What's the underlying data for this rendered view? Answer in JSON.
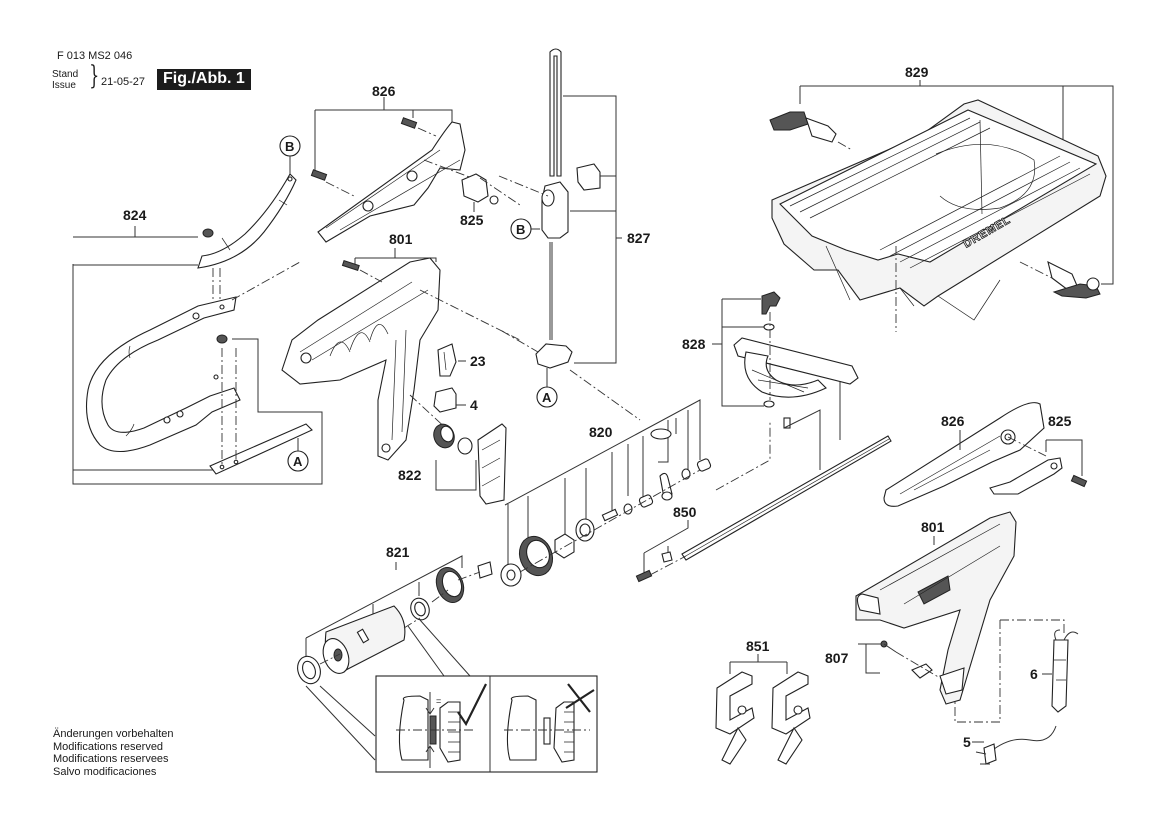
{
  "header": {
    "document_number": "F 013 MS2 046",
    "stand_label": "Stand",
    "issue_label": "Issue",
    "date": "21-05-27",
    "figure_label": "Fig./Abb. 1"
  },
  "footer_notes": [
    "Änderungen vorbehalten",
    "Modifications reserved",
    "Modifications reservees",
    "Salvo modificaciones"
  ],
  "part_labels": {
    "p826_top": "826",
    "p825_top": "825",
    "p824": "824",
    "p801_top": "801",
    "p827": "827",
    "p829": "829",
    "p828": "828",
    "p23": "23",
    "p4": "4",
    "p822": "822",
    "p820": "820",
    "p850": "850",
    "p821": "821",
    "p826_right": "826",
    "p825_right": "825",
    "p801_right": "801",
    "p851": "851",
    "p807": "807",
    "p6": "6",
    "p5": "5"
  },
  "reference_markers": {
    "B_left": "B",
    "B_mid": "B",
    "A_left": "A",
    "A_mid": "A"
  },
  "brand_mark": "DREMEL",
  "detail_inset": {
    "correct_symbol": "check-mark",
    "incorrect_symbol": "x-mark",
    "equal_sign": "="
  }
}
